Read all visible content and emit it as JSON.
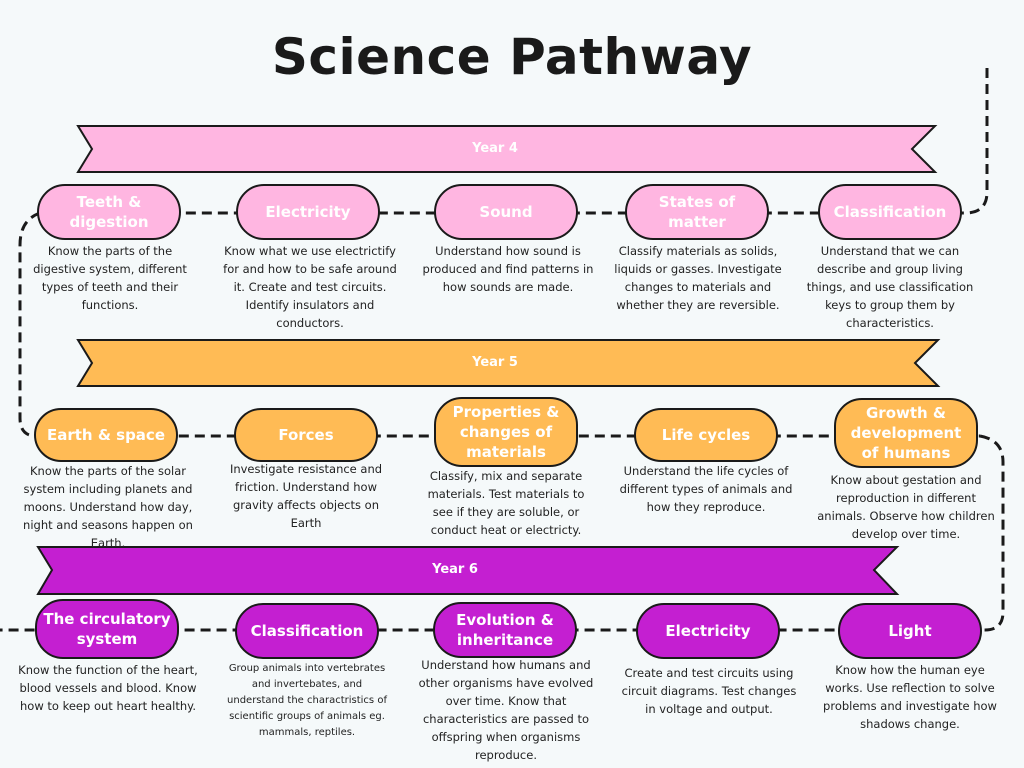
{
  "title": "Science Pathway",
  "colors": {
    "year4": "#ffb6e1",
    "year5": "#ffbb55",
    "year6": "#c41fd1",
    "line": "#1a1a1a"
  },
  "years": [
    {
      "label": "Year 4",
      "topics": [
        {
          "name": "Teeth & digestion",
          "desc": "Know the parts of the digestive system, different types of teeth and their functions."
        },
        {
          "name": "Electricity",
          "desc": "Know what we use electrictify for and how to be safe around it. Create and test circuits. Identify insulators and conductors."
        },
        {
          "name": "Sound",
          "desc": "Understand how sound is produced and find patterns in how sounds are made."
        },
        {
          "name": "States of matter",
          "desc": "Classify materials as solids, liquids or gasses. Investigate changes to materials and whether they are reversible."
        },
        {
          "name": "Classification",
          "desc": "Understand that we can describe and group living things, and use classification keys to group them by characteristics."
        }
      ]
    },
    {
      "label": "Year 5",
      "topics": [
        {
          "name": "Earth & space",
          "desc": "Know the parts of the solar system including planets and moons. Understand how day, night and seasons happen on Earth."
        },
        {
          "name": "Forces",
          "desc": "Investigate resistance and friction. Understand how gravity affects objects on Earth"
        },
        {
          "name": "Properties & changes of materials",
          "desc": "Classify, mix and separate materials. Test materials to see if they are soluble, or conduct heat or electricty."
        },
        {
          "name": "Life cycles",
          "desc": "Understand the life cycles of different types of animals and how they reproduce."
        },
        {
          "name": "Growth & development of humans",
          "desc": "Know about gestation and reproduction in different animals. Observe how children develop over time."
        }
      ]
    },
    {
      "label": "Year 6",
      "topics": [
        {
          "name": "The circulatory system",
          "desc": "Know the function of the heart, blood vessels and blood. Know how to keep out heart healthy."
        },
        {
          "name": "Classification",
          "desc": "Group animals into vertebrates and invertebates, and understand the charactristics of scientific groups of animals eg. mammals, reptiles."
        },
        {
          "name": "Evolution & inheritance",
          "desc": "Understand how humans and other organisms have evolved over time. Know that characteristics are passed to offspring when organisms reproduce."
        },
        {
          "name": "Electricity",
          "desc": "Create and test circuits using circuit diagrams. Test changes in voltage and output."
        },
        {
          "name": "Light",
          "desc": "Know how the human eye works. Use reflection to solve problems and investigate how shadows change."
        }
      ]
    }
  ]
}
